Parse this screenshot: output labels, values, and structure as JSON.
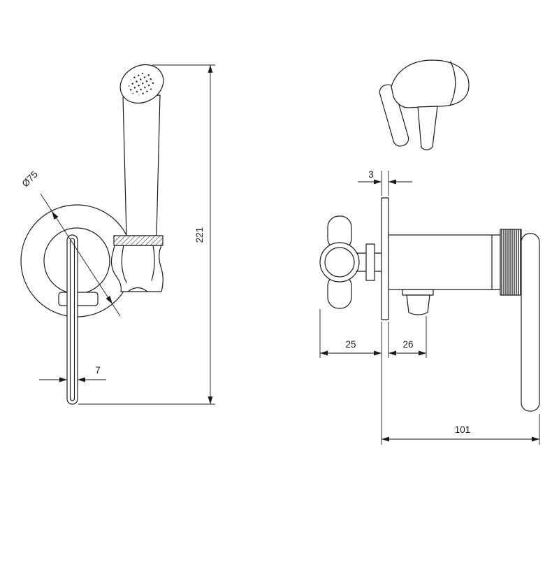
{
  "drawing": {
    "front_view": {
      "dim_diameter": "Ø75",
      "dim_overall_height": "221",
      "dim_lever_width": "7"
    },
    "side_view": {
      "dim_plate_thickness": "3",
      "dim_handle_to_wall": "25",
      "dim_wall_to_outlet": "26",
      "dim_overall_depth": "101"
    },
    "line_color": "#1a1a1a",
    "background_color": "#ffffff"
  }
}
